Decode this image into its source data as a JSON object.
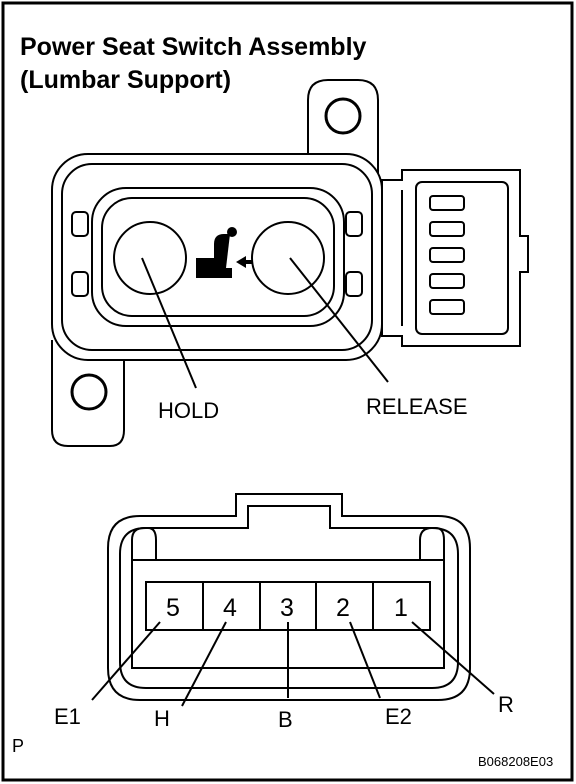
{
  "title_line1": "Power Seat Switch Assembly",
  "title_line2": "(Lumbar Support)",
  "callouts": {
    "hold": "HOLD",
    "release": "RELEASE"
  },
  "connector": {
    "pins": [
      {
        "number": "5",
        "terminal": "E1"
      },
      {
        "number": "4",
        "terminal": "H"
      },
      {
        "number": "3",
        "terminal": "B"
      },
      {
        "number": "2",
        "terminal": "E2"
      },
      {
        "number": "1",
        "terminal": "R"
      }
    ]
  },
  "corner_mark": "P",
  "figure_code": "B068208E03",
  "icons": [
    "seat-lumbar-icon"
  ]
}
